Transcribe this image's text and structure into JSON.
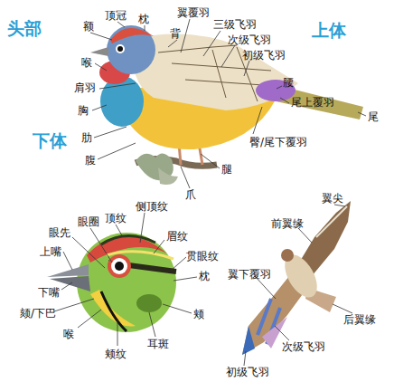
{
  "diagram": {
    "labels": [
      "头部",
      "额",
      "顶冠",
      "枕",
      "翼覆羽",
      "背",
      "三级飞羽",
      "次级飞羽",
      "初级飞羽",
      "上体",
      "腰",
      "尾上覆羽",
      "喉",
      "肩羽",
      "胸",
      "下体",
      "肋",
      "腹",
      "腿",
      "臀/尾下覆羽",
      "尾",
      "爪",
      "眼圈",
      "顶纹",
      "侧顶纹",
      "眼先",
      "眉纹",
      "上嘴",
      "贯眼纹",
      "枕",
      "下嘴",
      "颏/下巴",
      "颊",
      "喉",
      "耳斑",
      "颊纹",
      "翼尖",
      "前翼缘",
      "翼下覆羽",
      "后翼缘",
      "次级飞羽",
      "初级飞羽"
    ]
  }
}
